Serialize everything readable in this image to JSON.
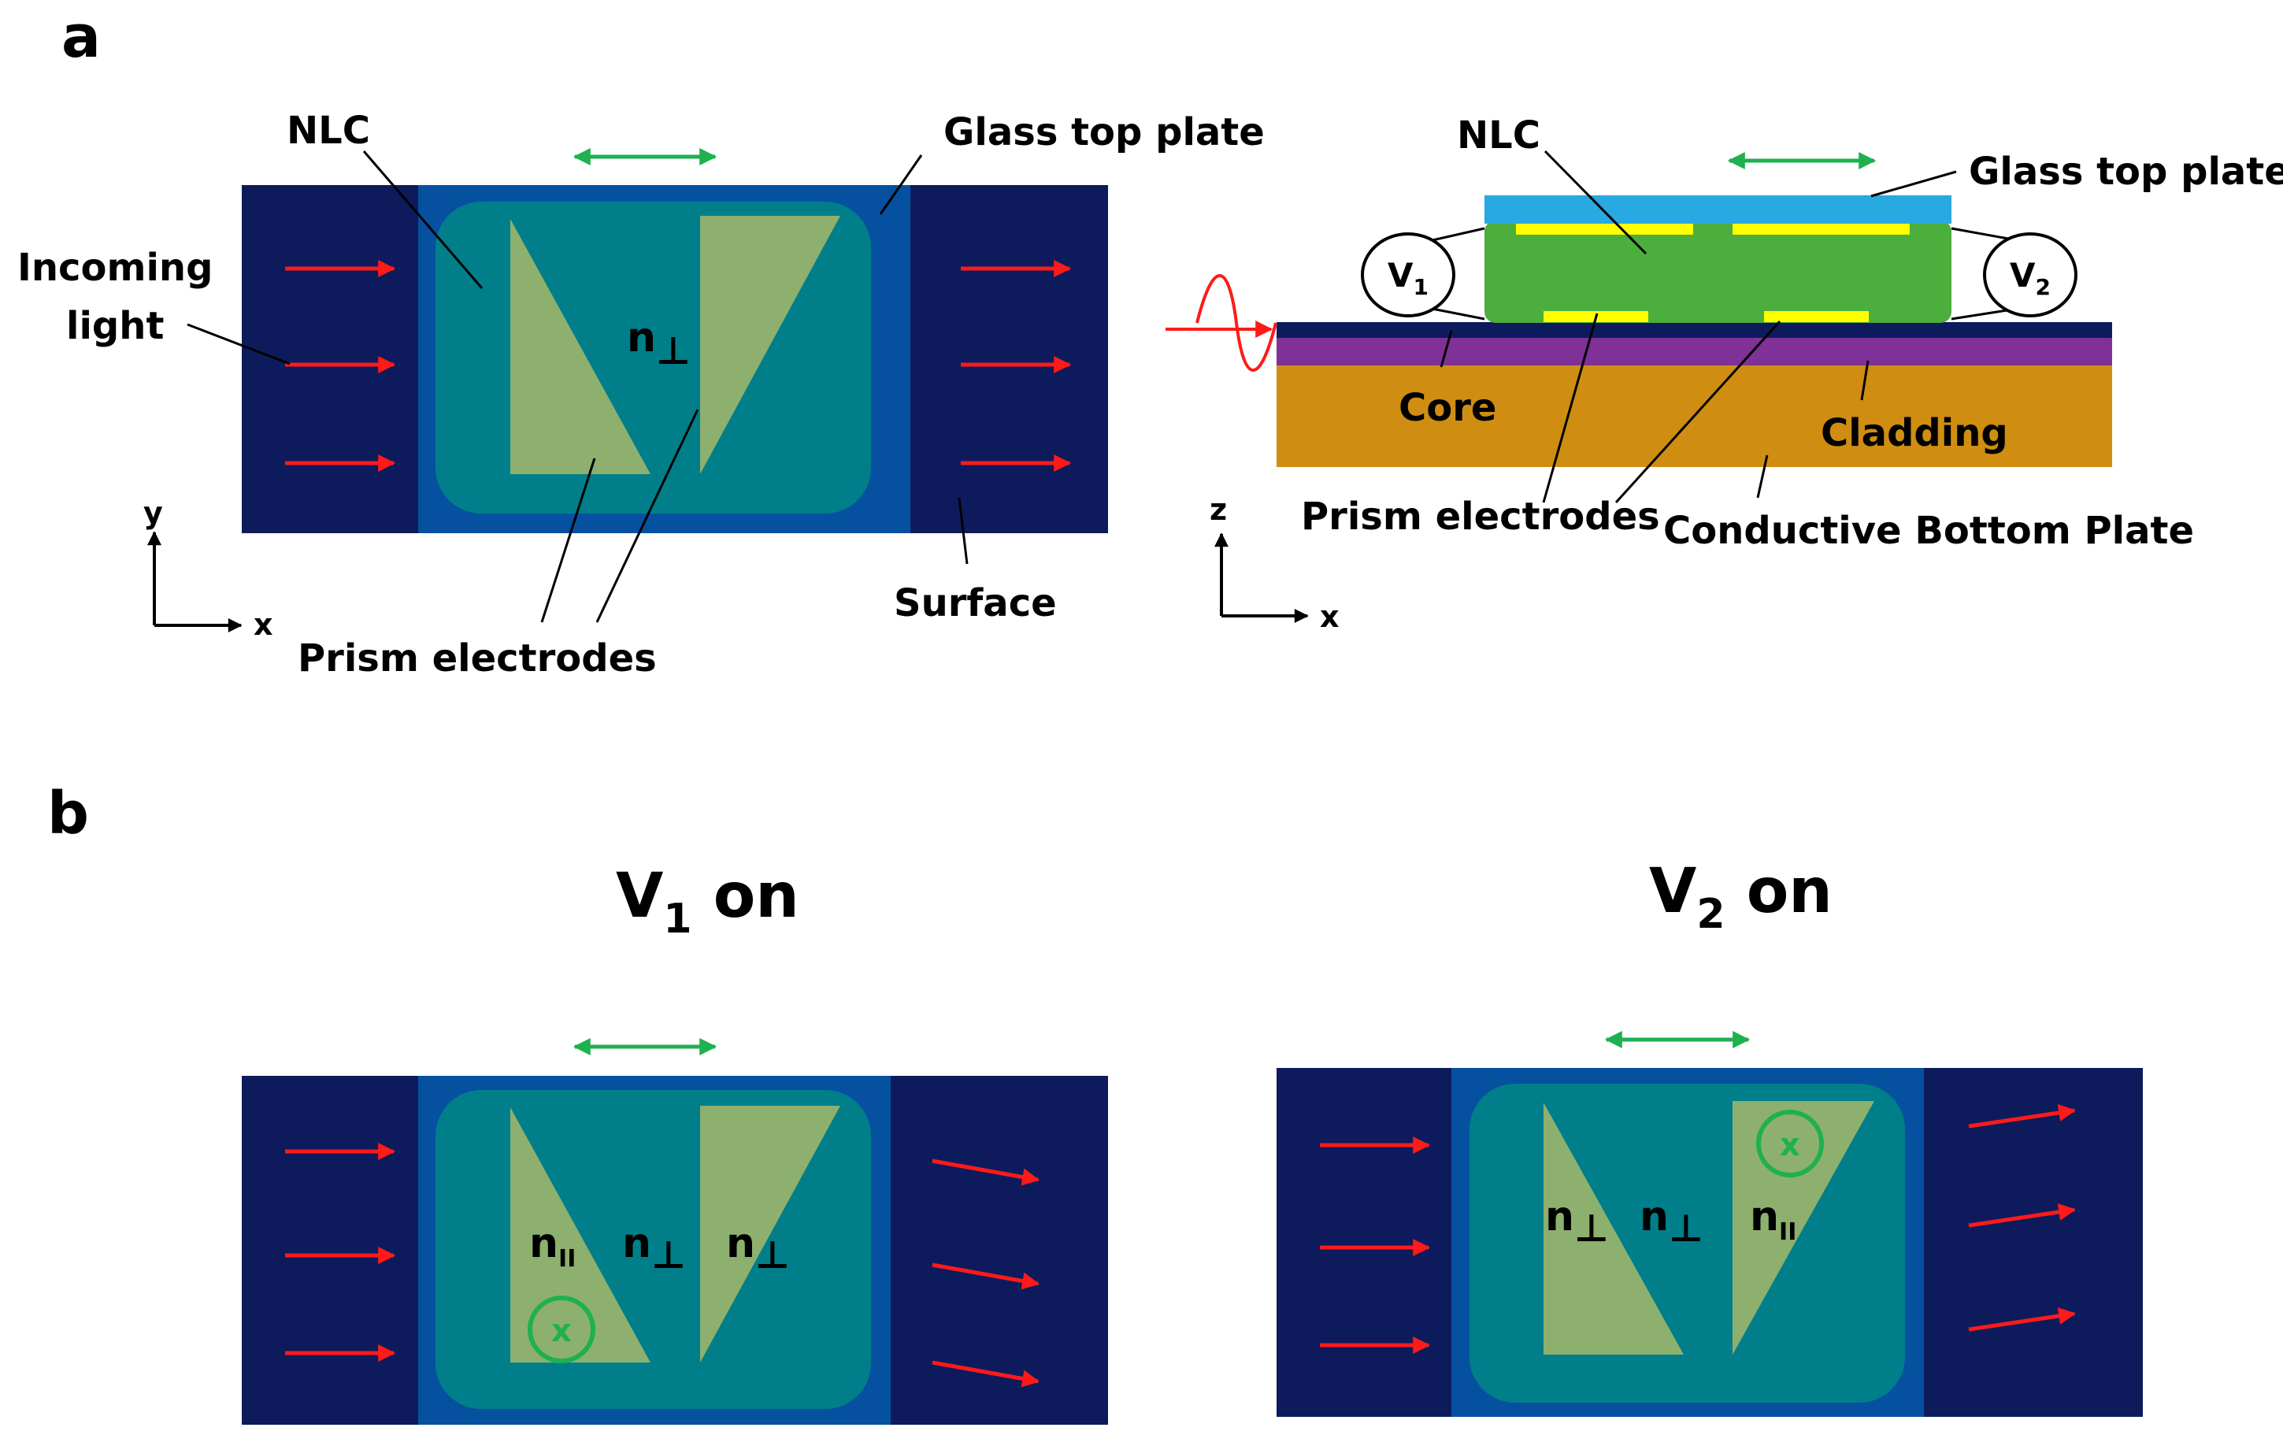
{
  "panels": {
    "a": "a",
    "b": "b"
  },
  "top_view": {
    "nlc": "NLC",
    "glass_top_plate": "Glass top plate",
    "incoming_light_1": "Incoming",
    "incoming_light_2": "light",
    "n_perp_base": "n",
    "n_perp_sub": "⊥",
    "surface": "Surface",
    "prism_electrodes": "Prism electrodes",
    "axis_y": "y",
    "axis_x": "x"
  },
  "side_view": {
    "nlc": "NLC",
    "glass_top_plate": "Glass top plate",
    "v1_base": "V",
    "v1_sub": "1",
    "v2_base": "V",
    "v2_sub": "2",
    "core": "Core",
    "cladding": "Cladding",
    "prism_electrodes": "Prism electrodes",
    "conductive_bottom_plate": "Conductive Bottom Plate",
    "axis_z": "z",
    "axis_x": "x"
  },
  "v1_state": {
    "title_base": "V",
    "title_sub": "1",
    "title_rest": " on",
    "n_par_base": "n",
    "n_par_sub": "II",
    "n_perp_base": "n",
    "n_perp_sub": "⊥",
    "x_mark": "x"
  },
  "v2_state": {
    "title_base": "V",
    "title_sub": "2",
    "title_rest": " on",
    "n_par_base": "n",
    "n_par_sub": "II",
    "n_perp_base": "n",
    "n_perp_sub": "⊥",
    "x_mark": "x"
  },
  "colors": {
    "surface_dark": "#0d1b5c",
    "cell_blue": "#0650a0",
    "nlc_teal": "#007f8a",
    "prism_green": "#8db06e",
    "arrow_red": "#ff1a1a",
    "polarizer_green": "#1fb050",
    "glass_light_blue": "#29a9e1",
    "nlc_green": "#4cae3c",
    "electrode_yellow": "#ffff00",
    "core_purple": "#7f3198",
    "cladding_orange": "#cf8e12"
  }
}
